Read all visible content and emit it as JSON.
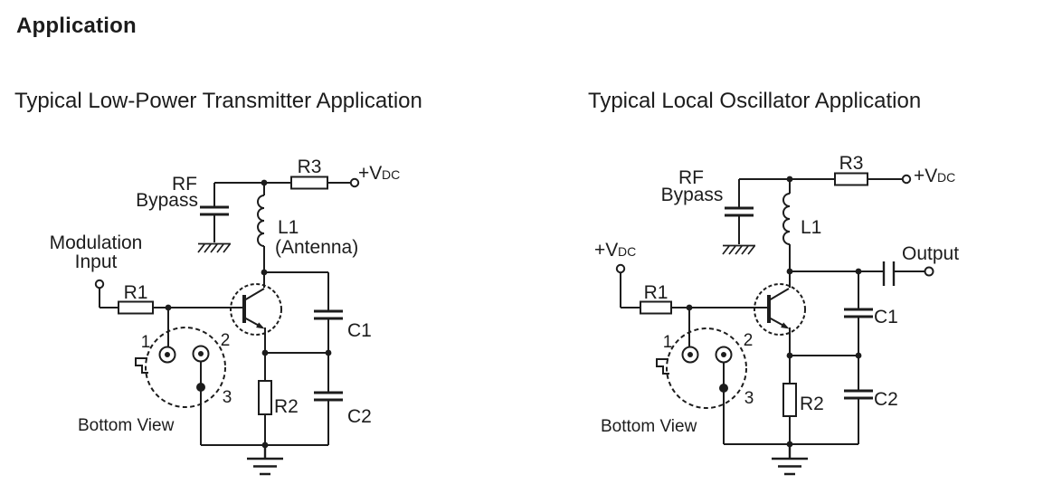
{
  "page": {
    "heading": "Application",
    "transmitter_title": "Typical Low-Power Transmitter Application",
    "oscillator_title": "Typical Local Oscillator Application"
  },
  "transmitter": {
    "rf_bypass_line1": "RF",
    "rf_bypass_line2": "Bypass",
    "r3": "R3",
    "vdc_main": "+V",
    "vdc_sub": "DC",
    "l1": "L1",
    "l1_note": "(Antenna)",
    "input_line1": "Modulation",
    "input_line2": "Input",
    "r1": "R1",
    "c1": "C1",
    "r2": "R2",
    "c2": "C2",
    "pin1": "1",
    "pin2": "2",
    "pin3": "3",
    "bottom_view": "Bottom View"
  },
  "oscillator": {
    "rf_bypass_line1": "RF",
    "rf_bypass_line2": "Bypass",
    "r3": "R3",
    "supply_vdc_main": "+V",
    "supply_vdc_sub": "DC",
    "input_vdc_main": "+V",
    "input_vdc_sub": "DC",
    "l1": "L1",
    "r1": "R1",
    "output": "Output",
    "c1": "C1",
    "r2": "R2",
    "c2": "C2",
    "pin1": "1",
    "pin2": "2",
    "pin3": "3",
    "bottom_view": "Bottom View"
  },
  "colors": {
    "ink": "#1c1c1c",
    "background": "#ffffff"
  }
}
